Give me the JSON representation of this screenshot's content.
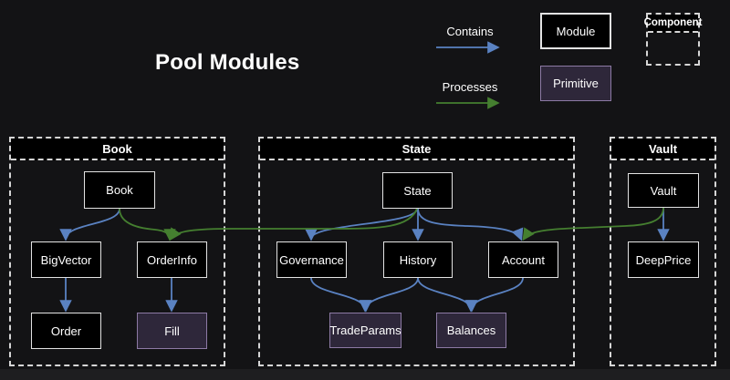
{
  "title": "Pool Modules",
  "legend": {
    "contains_label": "Contains",
    "processes_label": "Processes",
    "module_label": "Module",
    "primitive_label": "Primitive",
    "component_label": "Component"
  },
  "clusters": {
    "book": {
      "label": "Book",
      "nodes": {
        "book": {
          "label": "Book",
          "type": "module"
        },
        "bigvector": {
          "label": "BigVector",
          "type": "module"
        },
        "orderinfo": {
          "label": "OrderInfo",
          "type": "module"
        },
        "order": {
          "label": "Order",
          "type": "module"
        },
        "fill": {
          "label": "Fill",
          "type": "primitive"
        }
      }
    },
    "state": {
      "label": "State",
      "nodes": {
        "state": {
          "label": "State",
          "type": "module"
        },
        "governance": {
          "label": "Governance",
          "type": "module"
        },
        "history": {
          "label": "History",
          "type": "module"
        },
        "account": {
          "label": "Account",
          "type": "module"
        },
        "tradeparams": {
          "label": "TradeParams",
          "type": "primitive"
        },
        "balances": {
          "label": "Balances",
          "type": "primitive"
        }
      }
    },
    "vault": {
      "label": "Vault",
      "nodes": {
        "vault": {
          "label": "Vault",
          "type": "module"
        },
        "deepprice": {
          "label": "DeepPrice",
          "type": "module"
        }
      }
    }
  },
  "edges": {
    "contains": [
      [
        "Book",
        "BigVector"
      ],
      [
        "BigVector",
        "Order"
      ],
      [
        "OrderInfo",
        "Fill"
      ],
      [
        "State",
        "Governance"
      ],
      [
        "State",
        "History"
      ],
      [
        "State",
        "Account"
      ],
      [
        "Governance",
        "TradeParams"
      ],
      [
        "History",
        "TradeParams"
      ],
      [
        "History",
        "Balances"
      ],
      [
        "Account",
        "Balances"
      ],
      [
        "Vault",
        "DeepPrice"
      ]
    ],
    "processes": [
      [
        "Book",
        "OrderInfo"
      ],
      [
        "State",
        "OrderInfo"
      ],
      [
        "Vault",
        "Account"
      ]
    ]
  },
  "colors": {
    "background": "#131315",
    "contains_arrow": "#5a82c2",
    "processes_arrow": "#457f30",
    "module_fill": "#000000",
    "module_border": "#e3e3e3",
    "primitive_fill": "#2e273a",
    "primitive_border": "#8d7aa5",
    "cluster_border": "#d6d6d6",
    "text": "#ffffff"
  }
}
